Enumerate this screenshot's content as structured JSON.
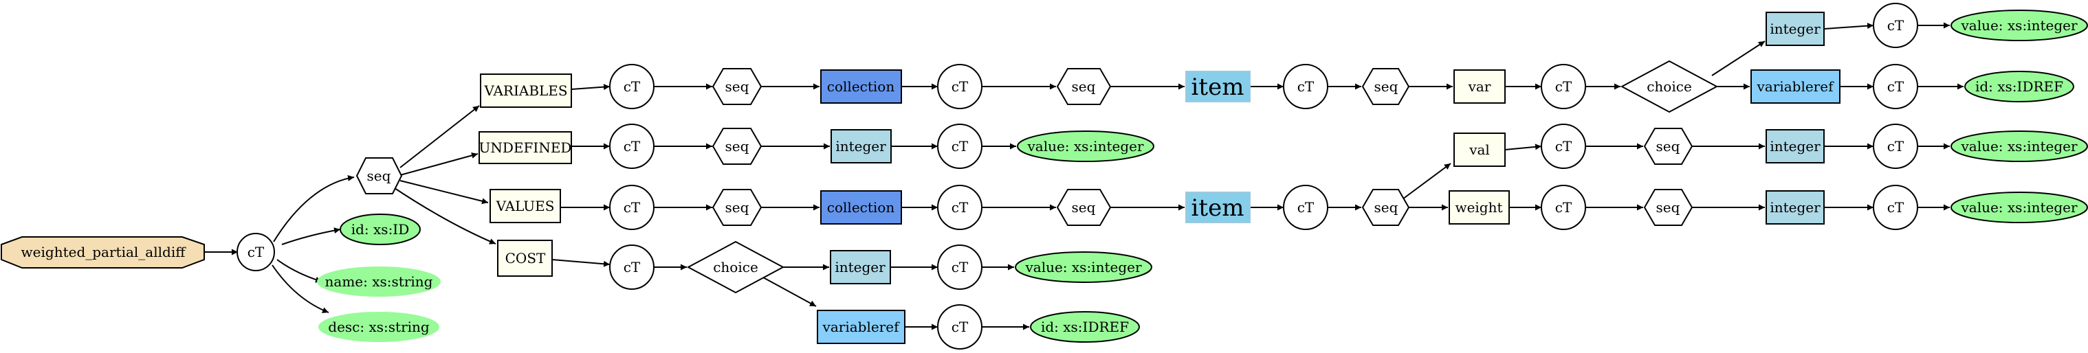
{
  "diagram": {
    "colors": {
      "root": "#f5deb3",
      "element_box": "#fffff0",
      "integer": "#add8e6",
      "collection": "#6495ed",
      "variableref": "#87cefa",
      "item": "#87ceeb",
      "attribute": "#98fb98",
      "white": "#ffffff"
    },
    "nodes": {
      "root": "weighted_partial_alldiff",
      "ct_root": "cT",
      "attr_id": "id: xs:ID",
      "attr_name": "name: xs:string",
      "attr_desc": "desc: xs:string",
      "seq_main": "seq",
      "variables": "VARIABLES",
      "undefined": "UNDEFINED",
      "values": "VALUES",
      "cost": "COST",
      "ct_var": "cT",
      "seq_var": "seq",
      "collection_var": "collection",
      "ct_var2": "cT",
      "seq_var2": "seq",
      "item_var": "item",
      "ct_var3": "cT",
      "seq_var3": "seq",
      "var": "var",
      "ct_var4": "cT",
      "choice_var": "choice",
      "integer_var": "integer",
      "ct_var5": "cT",
      "value_var": "value: xs:integer",
      "variableref_var": "variableref",
      "ct_var6": "cT",
      "id_var": "id: xs:IDREF",
      "ct_und": "cT",
      "seq_und": "seq",
      "integer_und": "integer",
      "ct_und2": "cT",
      "value_und": "value: xs:integer",
      "ct_val": "cT",
      "seq_val": "seq",
      "collection_val": "collection",
      "ct_val2": "cT",
      "seq_val2": "seq",
      "item_val": "item",
      "ct_val3": "cT",
      "seq_val3": "seq",
      "val": "val",
      "ct_val4": "cT",
      "seq_val4": "seq",
      "integer_val": "integer",
      "ct_val5": "cT",
      "value_val": "value: xs:integer",
      "weight": "weight",
      "ct_w": "cT",
      "seq_w": "seq",
      "integer_w": "integer",
      "ct_w2": "cT",
      "value_w": "value: xs:integer",
      "ct_cost": "cT",
      "choice_cost": "choice",
      "integer_cost": "integer",
      "ct_cost2": "cT",
      "value_cost": "value: xs:integer",
      "variableref_cost": "variableref",
      "ct_cost3": "cT",
      "id_cost": "id: xs:IDREF"
    }
  }
}
